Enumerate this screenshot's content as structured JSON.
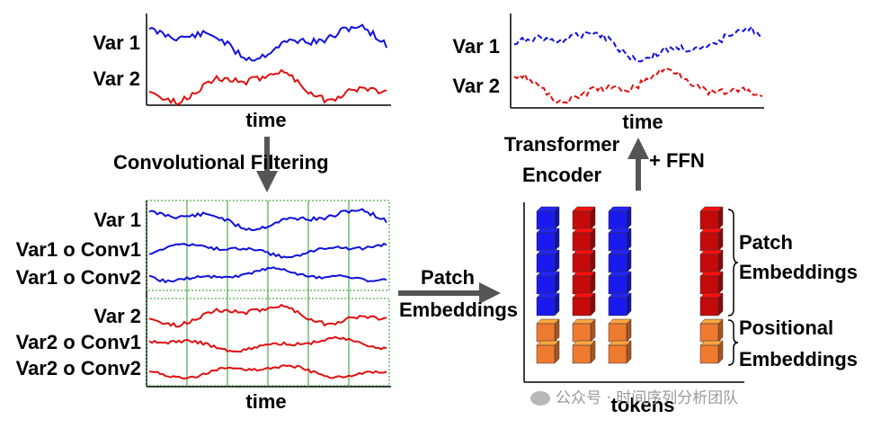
{
  "top_left": {
    "var1_label": "Var 1",
    "var2_label": "Var 2",
    "time_label": "time",
    "colors": {
      "var1": "#1010dd",
      "var2": "#e01010"
    }
  },
  "conv_step": {
    "label": "Convolutional Filtering"
  },
  "bottom_left": {
    "rows": [
      "Var 1",
      "Var1 o Conv1",
      "Var1 o Conv2",
      "Var 2",
      "Var2 o Conv1",
      "Var2 o Conv2"
    ],
    "time_label": "time"
  },
  "patch_step": {
    "line1": "Patch",
    "line2": "Embeddings"
  },
  "top_right": {
    "var1_label": "Var 1",
    "var2_label": "Var 2",
    "time_label": "time"
  },
  "encoder": {
    "line1": "Transformer",
    "line2": "Encoder",
    "ffn_label": "+ FFN"
  },
  "tokens": {
    "axis_label": "tokens",
    "patch_embeddings_line1": "Patch",
    "patch_embeddings_line2": "Embeddings",
    "positional_line1": "Positional",
    "positional_line2": "Embeddings",
    "colors": {
      "blue": "#1a1aee",
      "red": "#c40a0a",
      "orange": "#ee7a30"
    }
  },
  "watermark": {
    "text": "公众号 · 时间序列分析团队"
  }
}
